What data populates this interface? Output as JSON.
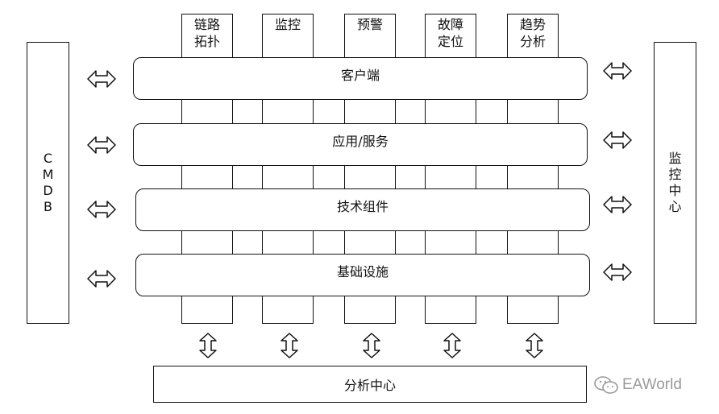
{
  "top_tools": [
    {
      "lines": [
        "链路",
        "拓扑"
      ]
    },
    {
      "lines": [
        "监控"
      ]
    },
    {
      "lines": [
        "预警"
      ]
    },
    {
      "lines": [
        "故障",
        "定位"
      ]
    },
    {
      "lines": [
        "趋势",
        "分析"
      ]
    }
  ],
  "layers": [
    {
      "label": "客户端"
    },
    {
      "label": "应用/服务"
    },
    {
      "label": "技术组件"
    },
    {
      "label": "基础设施"
    }
  ],
  "left_panel": {
    "chars": [
      "C",
      "M",
      "D",
      "B"
    ]
  },
  "right_panel": {
    "chars": [
      "监",
      "控",
      "中",
      "心"
    ]
  },
  "bottom_panel": {
    "label": "分析中心"
  },
  "watermark": {
    "text": "EAWorld",
    "icon": "wechat-icon"
  }
}
